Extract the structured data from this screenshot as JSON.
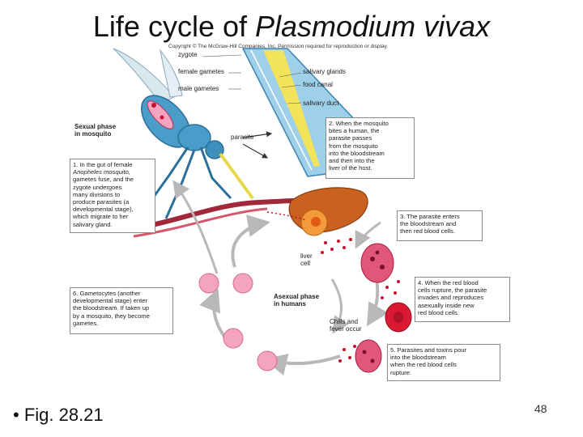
{
  "title": {
    "main": "Life cycle of ",
    "species": "Plasmodium vivax"
  },
  "copyright": "Copyright © The McGraw-Hill Companies, Inc. Permission required for reproduction or display.",
  "labels": {
    "zygote": "zygote",
    "female_gametes": "female gametes",
    "male_gametes": "male gametes",
    "salivary_glands": "salivary glands",
    "food_canal": "food canal",
    "salivary_duct": "salivary duct",
    "parasite": "parasite",
    "sexual_phase_1": "Sexual phase",
    "sexual_phase_2": "in mosquito",
    "liver_cell_1": "liver",
    "liver_cell_2": "cell",
    "asexual_phase_1": "Asexual phase",
    "asexual_phase_2": "in humans",
    "chills_1": "Chills and",
    "chills_2": "fever occur"
  },
  "steps": [
    {
      "lines": [
        "1. In the gut of female",
        "Anopheles mosquito,",
        "gametes fuse, and the",
        "zygote undergoes",
        "many divisions to",
        "produce parasites (a",
        "developmental stage),",
        "which migrate to her",
        "salivary gland."
      ]
    },
    {
      "lines": [
        "2. When the mosquito",
        "bites a human, the",
        "parasite passes",
        "from the mosquito",
        "into the bloodstream",
        "and then into the",
        "liver of the host."
      ]
    },
    {
      "lines": [
        "3. The parasite enters",
        "the bloodstream and",
        "then red blood cells."
      ]
    },
    {
      "lines": [
        "4. When the red blood",
        "cells rupture, the parasite",
        "invades and reproduces",
        "asexually inside new",
        "red blood cells."
      ]
    },
    {
      "lines": [
        "5. Parasites and toxins pour",
        "into the bloodstream",
        "when the red blood cells",
        "rupture."
      ]
    },
    {
      "lines": [
        "6. Gametocytes (another",
        "developmental stage) enter",
        "the bloodstream. If taken up",
        "by a mosquito, they become",
        "gametes."
      ]
    }
  ],
  "bullet": "• Fig. 28.21",
  "page_number": "48",
  "colors": {
    "mosquito": "#4a9cc9",
    "mosquito_dark": "#2c6f9a",
    "proboscis": "#8fc8e6",
    "gland_yellow": "#f3e35a",
    "red_cell": "#c8102e",
    "pink_cell": "#f4a3c0",
    "liver": "#c9621f",
    "skin": "#a0283a"
  }
}
